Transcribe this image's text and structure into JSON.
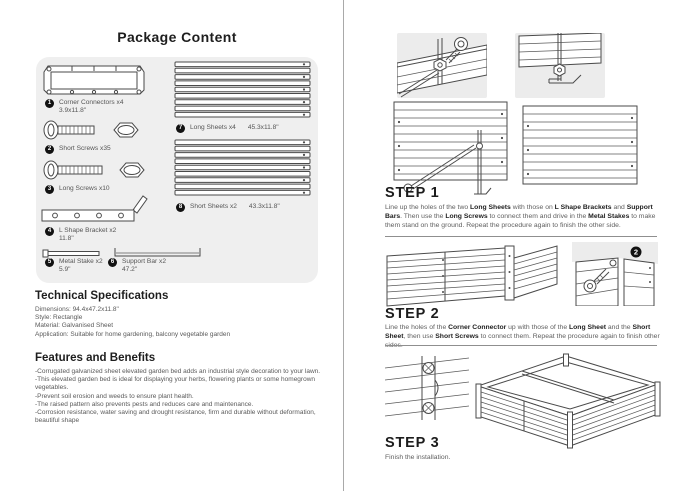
{
  "page": {
    "title": "Package Content"
  },
  "package": {
    "items": [
      {
        "num": "1",
        "label": "Corner Connectors x4",
        "dims": "3.9x11.8\""
      },
      {
        "num": "2",
        "label": "Short Screws x35",
        "dims": ""
      },
      {
        "num": "3",
        "label": "Long Screws x10",
        "dims": ""
      },
      {
        "num": "4",
        "label": "L Shape Bracket x2",
        "dims": "11.8\""
      },
      {
        "num": "5",
        "label": "Metal Stake x2",
        "dims": "5.9\""
      },
      {
        "num": "6",
        "label": "Support Bar x2",
        "dims": "47.2\""
      },
      {
        "num": "7",
        "label": "Long Sheets x4",
        "dims": "45.3x11.8\""
      },
      {
        "num": "8",
        "label": "Short Sheets x2",
        "dims": "43.3x11.8\""
      }
    ]
  },
  "specs": {
    "heading": "Technical Specifications",
    "lines": [
      "Dimensions: 94.4x47.2x11.8\"",
      "Style: Rectangle",
      "Material: Galvanised Sheet",
      "Application: Suitable for home gardening, balcony vegetable garden"
    ]
  },
  "features": {
    "heading": "Features and Benefits",
    "bullets": [
      "-Corrugated galvanized sheet elevated garden bed adds an industrial style decoration to your lawn.",
      "-This elevated garden bed is ideal for displaying your herbs, flowering plants or some homegrown vegetables.",
      "-Prevent soil erosion and weeds to ensure plant health.",
      "-The raised pattern also prevents pests and reduces care and maintenance.",
      "-Corrosion resistance, water saving and drought resistance, firm and durable without deformation, beautiful shape"
    ]
  },
  "steps": [
    {
      "title": "STEP 1",
      "segments": [
        {
          "t": "Line up the holes of the two "
        },
        {
          "t": "Long Sheets",
          "b": true
        },
        {
          "t": " with those on "
        },
        {
          "t": "L Shape Brackets",
          "b": true
        },
        {
          "t": " and "
        },
        {
          "t": "Support Bars",
          "b": true
        },
        {
          "t": ". Then use the "
        },
        {
          "t": "Long Screws",
          "b": true
        },
        {
          "t": " to connect them and drive in the "
        },
        {
          "t": "Metal Stakes",
          "b": true
        },
        {
          "t": " to make them stand on the ground. Repeat the procedure again to finish the other side."
        }
      ]
    },
    {
      "title": "STEP 2",
      "segments": [
        {
          "t": "Line the holes of the "
        },
        {
          "t": "Corner Connector",
          "b": true
        },
        {
          "t": " up with those of the "
        },
        {
          "t": "Long Sheet",
          "b": true
        },
        {
          "t": " and the "
        },
        {
          "t": "Short Sheet",
          "b": true
        },
        {
          "t": ", then use "
        },
        {
          "t": "Short Screws",
          "b": true
        },
        {
          "t": " to connect them. Repeat the procedure again to finish other sides."
        }
      ]
    },
    {
      "title": "STEP 3",
      "segments": [
        {
          "t": "Finish the installation."
        }
      ]
    }
  ],
  "badges": {
    "step2_detail": "2"
  }
}
